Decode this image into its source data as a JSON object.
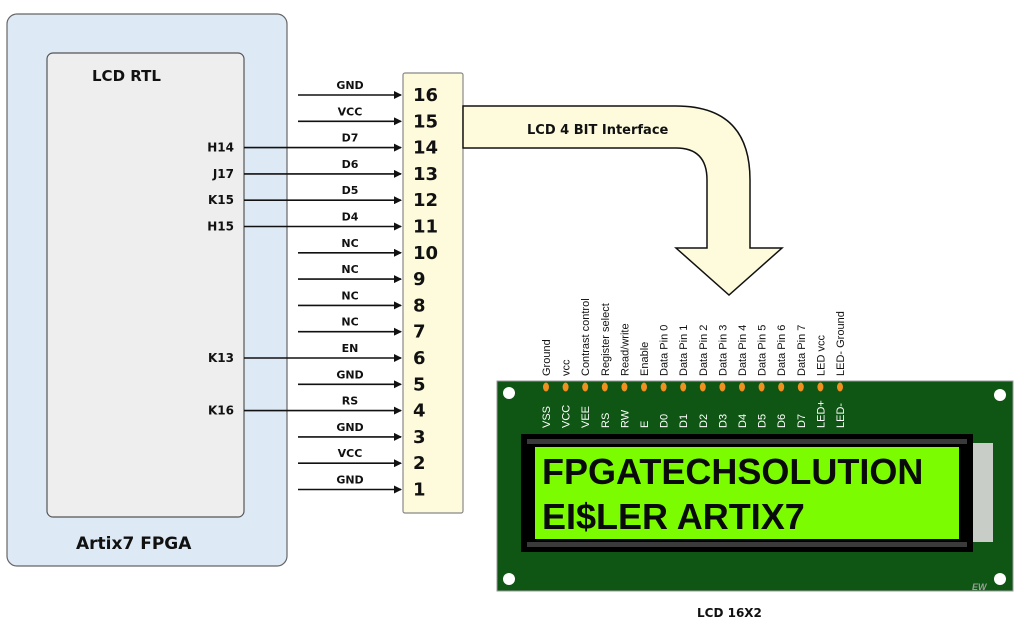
{
  "fpga": {
    "outer_label": "Artix7 FPGA",
    "inner_label": "LCD RTL",
    "colors": {
      "outer_fill": "#dde9f5",
      "inner_fill": "#eeeeee"
    }
  },
  "connector": {
    "fill": "#fdfbdc",
    "pins": [
      {
        "num": "16",
        "signal": "GND",
        "fpga_pin": null
      },
      {
        "num": "15",
        "signal": "VCC",
        "fpga_pin": null
      },
      {
        "num": "14",
        "signal": "D7",
        "fpga_pin": "H14"
      },
      {
        "num": "13",
        "signal": "D6",
        "fpga_pin": "J17"
      },
      {
        "num": "12",
        "signal": "D5",
        "fpga_pin": "K15"
      },
      {
        "num": "11",
        "signal": "D4",
        "fpga_pin": "H15"
      },
      {
        "num": "10",
        "signal": "NC",
        "fpga_pin": null
      },
      {
        "num": "9",
        "signal": "NC",
        "fpga_pin": null
      },
      {
        "num": "8",
        "signal": "NC",
        "fpga_pin": null
      },
      {
        "num": "7",
        "signal": "NC",
        "fpga_pin": null
      },
      {
        "num": "6",
        "signal": "EN",
        "fpga_pin": "K13"
      },
      {
        "num": "5",
        "signal": "GND",
        "fpga_pin": null
      },
      {
        "num": "4",
        "signal": "RS",
        "fpga_pin": "K16"
      },
      {
        "num": "3",
        "signal": "GND",
        "fpga_pin": null
      },
      {
        "num": "2",
        "signal": "VCC",
        "fpga_pin": null
      },
      {
        "num": "1",
        "signal": "GND",
        "fpga_pin": null
      }
    ]
  },
  "interface_arrow": {
    "label": "LCD 4 BIT Interface",
    "fill": "#fdfbdc"
  },
  "lcd": {
    "caption": "LCD 16X2",
    "maker_mark": "EW",
    "line1": "FPGATECHSOLUTION",
    "line2": "EI$LER ARTIX7",
    "colors": {
      "board": "#0f5514",
      "screen": "#7cfc00",
      "pin_dot": "#f0901e",
      "bezel": "#000000",
      "side_tab": "#c8cdc8"
    },
    "pins": [
      {
        "name": "VSS",
        "desc": "Ground"
      },
      {
        "name": "VCC",
        "desc": "vcc"
      },
      {
        "name": "VEE",
        "desc": "Contrast control"
      },
      {
        "name": "RS",
        "desc": "Register select"
      },
      {
        "name": "RW",
        "desc": "Read/write"
      },
      {
        "name": "E",
        "desc": "Enable"
      },
      {
        "name": "D0",
        "desc": "Data Pin 0"
      },
      {
        "name": "D1",
        "desc": "Data Pin 1"
      },
      {
        "name": "D2",
        "desc": "Data Pin 2"
      },
      {
        "name": "D3",
        "desc": "Data Pin 3"
      },
      {
        "name": "D4",
        "desc": "Data Pin 4"
      },
      {
        "name": "D5",
        "desc": "Data Pin 5"
      },
      {
        "name": "D6",
        "desc": "Data Pin 6"
      },
      {
        "name": "D7",
        "desc": "Data Pin 7"
      },
      {
        "name": "LED+",
        "desc": "LED vcc"
      },
      {
        "name": "LED-",
        "desc": "LED- Ground"
      }
    ]
  }
}
